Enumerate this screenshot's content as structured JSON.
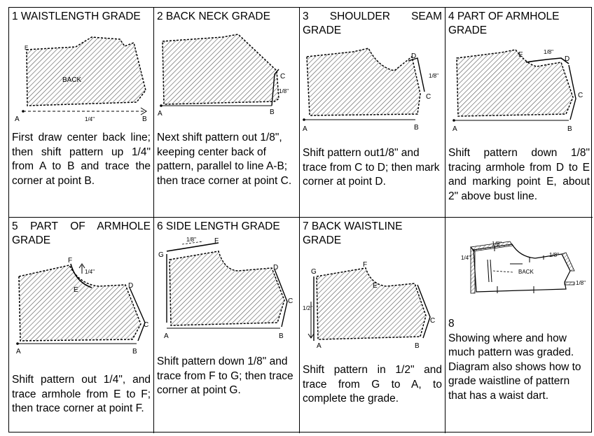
{
  "steps": [
    {
      "title": "1 WAISTLENGTH GRADE",
      "text": "First draw center back line; then shift pattern up 1/4\" from A to B and trace the corner at point B.",
      "labels": {
        "back": "BACK",
        "a": "A",
        "b": "B",
        "e": "E",
        "amt": "1/4\""
      }
    },
    {
      "title": "2 BACK NECK GRADE",
      "text": "Next shift pattern out 1/8\", keeping center back of pattern, parallel to line A-B; then trace corner at point C.",
      "labels": {
        "a": "A",
        "b": "B",
        "c": "C",
        "amt": "1/8\""
      }
    },
    {
      "title": "3 SHOULDER SEAM GRADE",
      "text": "Shift pattern out1/8\" and trace from C to D; then mark corner at point D.",
      "labels": {
        "a": "A",
        "b": "B",
        "c": "C",
        "d": "D",
        "amt": "1/8\""
      }
    },
    {
      "title": "4 PART OF ARMHOLE GRADE",
      "text": "Shift pattern down 1/8\" tracing armhole from D to E and marking point E, about 2\" above bust line.",
      "labels": {
        "a": "A",
        "b": "B",
        "c": "C",
        "d": "D",
        "e": "E",
        "amt": "1/8\""
      }
    },
    {
      "title": "5 PART OF ARMHOLE GRADE",
      "text": "Shift pattern out 1/4\", and trace armhole from E to F; then trace corner at point F.",
      "labels": {
        "a": "A",
        "b": "B",
        "c": "C",
        "d": "D",
        "e": "E",
        "f": "F",
        "amt": "1/4\""
      }
    },
    {
      "title": "6 SIDE LENGTH GRADE",
      "text": "Shift pattern down 1/8\" and trace from F to G; then trace corner at point G.",
      "labels": {
        "a": "A",
        "b": "B",
        "c": "C",
        "d": "D",
        "f": "F",
        "g": "G",
        "amt": "1/8\""
      }
    },
    {
      "title": "7 BACK WAISTLINE GRADE",
      "text": "Shift pattern in 1/2\" and trace from G to A, to complete the grade.",
      "labels": {
        "a": "A",
        "b": "B",
        "c": "C",
        "e": "E",
        "f": "F",
        "g": "G",
        "amt": "1/2\""
      }
    },
    {
      "title": "8",
      "text": "Showing where and how much pattern was graded. Diagram also shows how to grade waistline of pattern that has a waist dart.",
      "labels": {
        "back": "BACK",
        "q": "1/4\"",
        "e": "1/8\""
      }
    }
  ]
}
